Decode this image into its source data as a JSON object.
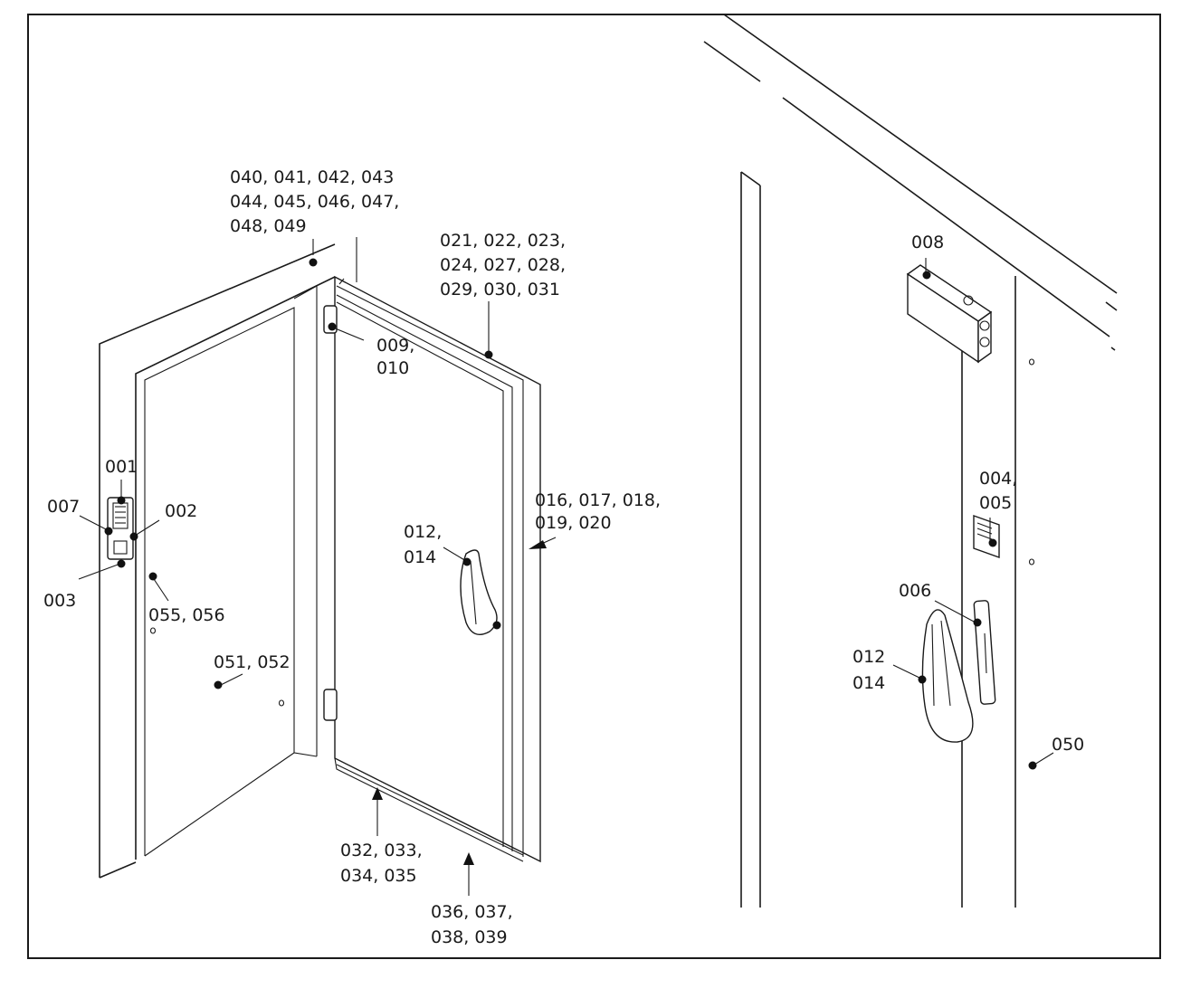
{
  "colors": {
    "line": "#1a1a1a",
    "background": "#ffffff"
  },
  "callouts": {
    "c040_l1": "040, 041, 042, 043",
    "c040_l2": "044, 045, 046, 047,",
    "c040_l3": "048, 049",
    "c021_l1": "021, 022, 023,",
    "c021_l2": "024, 027, 028,",
    "c021_l3": "029, 030, 031",
    "c009_l1": "009,",
    "c009_l2": "010",
    "c001": "001",
    "c007": "007",
    "c002": "002",
    "c003": "003",
    "c055": "055, 056",
    "c051": "051, 052",
    "c012_l1": "012,",
    "c012_l2": "014",
    "c016_l1": "016, 017, 018,",
    "c016_l2": "019, 020",
    "c032_l1": "032, 033,",
    "c032_l2": "034, 035",
    "c036_l1": "036, 037,",
    "c036_l2": "038, 039",
    "c008": "008",
    "c004_l1": "004,",
    "c004_l2": "005",
    "c006": "006",
    "c012b_l1": "012",
    "c012b_l2": "014",
    "c050": "050"
  }
}
